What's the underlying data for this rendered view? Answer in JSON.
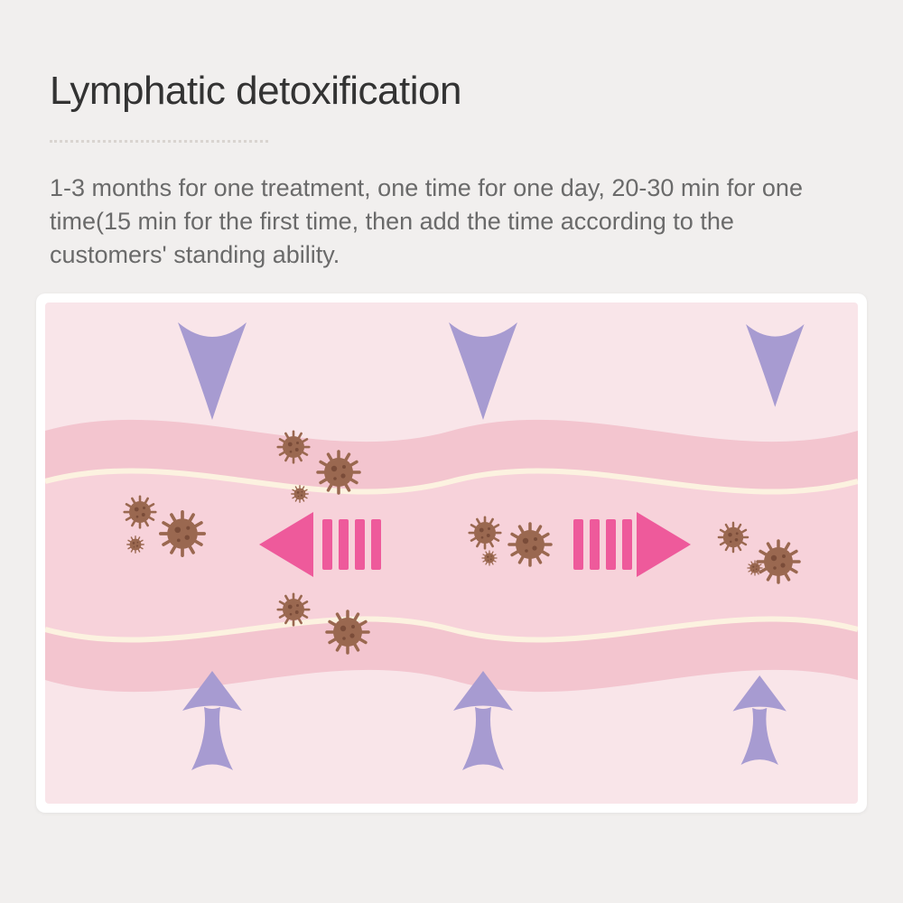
{
  "page": {
    "title": "Lymphatic detoxification",
    "description": "1-3 months for one treatment, one time for one day, 20-30 min for one time(15 min for the first time, then add the time according to the customers' standing ability."
  },
  "colors": {
    "background": "#f1efee",
    "title": "#333333",
    "body_text": "#6a6a6a",
    "panel": "#ffffff",
    "skin": "#f9e5e9",
    "vessel": "#f3c5cf",
    "channel": "#f7d2da",
    "vessel_wall_line": "#fcf2e0",
    "pressure_arrow": "#a79bd1",
    "flow_arrow": "#ee5a9b",
    "toxin": "#9a6850",
    "toxin_spot": "#7a4c39"
  },
  "icons": {
    "pressure_down_arrow": "tapered-concave-arrow-pointing-down",
    "pressure_up_arrow": "flared-tail-arrow-pointing-up",
    "flow_arrow": "striped-horizontal-flow-arrow",
    "toxin": "spiky-germ-circle"
  },
  "diagram": {
    "down_arrows": 3,
    "up_arrows": 3,
    "flow_arrows": [
      "left",
      "right"
    ],
    "toxin_particles": 14
  }
}
